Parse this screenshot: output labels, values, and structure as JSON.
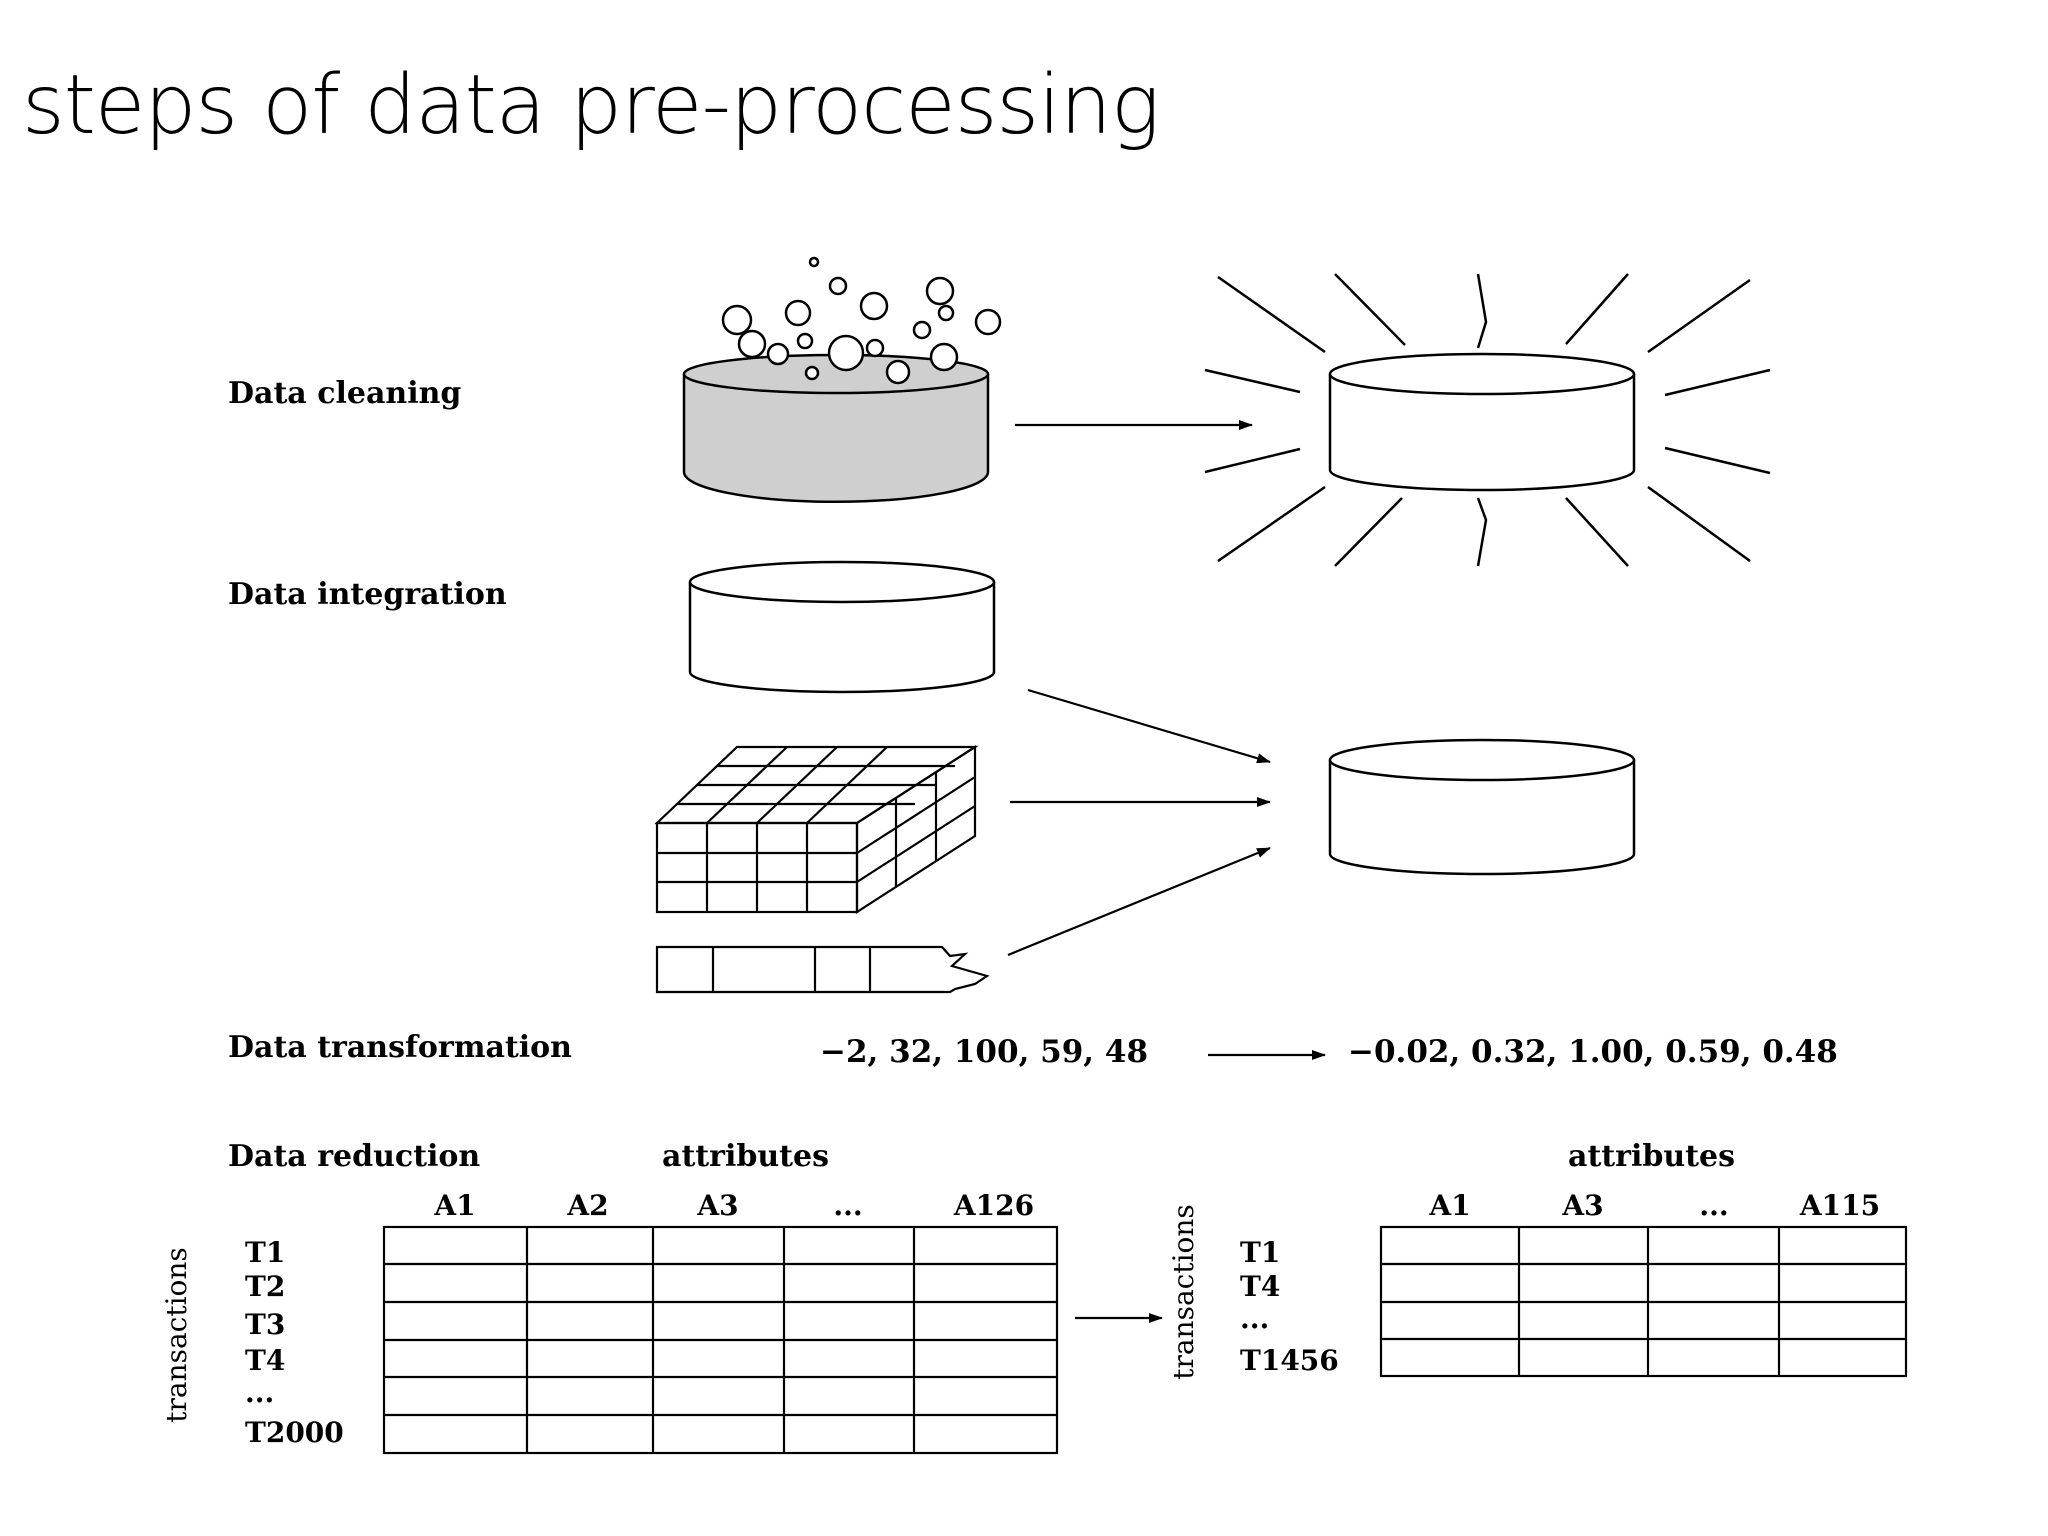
{
  "title": "steps of data pre-processing",
  "steps": {
    "cleaning": "Data cleaning",
    "integration": "Data integration",
    "transformation": "Data transformation",
    "reduction": "Data reduction"
  },
  "transformation": {
    "input": "−2, 32, 100, 59, 48",
    "output": "−0.02, 0.32, 1.00, 0.59, 0.48"
  },
  "reduction": {
    "before": {
      "attributes_label": "attributes",
      "transactions_label": "transactions",
      "columns": [
        "A1",
        "A2",
        "A3",
        "...",
        "A126"
      ],
      "rows": [
        "T1",
        "T2",
        "T3",
        "T4",
        "...",
        "T2000"
      ]
    },
    "after": {
      "attributes_label": "attributes",
      "transactions_label": "transactions",
      "columns": [
        "A1",
        "A3",
        "...",
        "A115"
      ],
      "rows": [
        "T1",
        "T4",
        "...",
        "T1456"
      ]
    }
  },
  "icons": [
    "dirty-database-icon",
    "clean-database-icon",
    "database-icon",
    "data-cube-icon",
    "flat-file-icon",
    "arrow-icon"
  ]
}
